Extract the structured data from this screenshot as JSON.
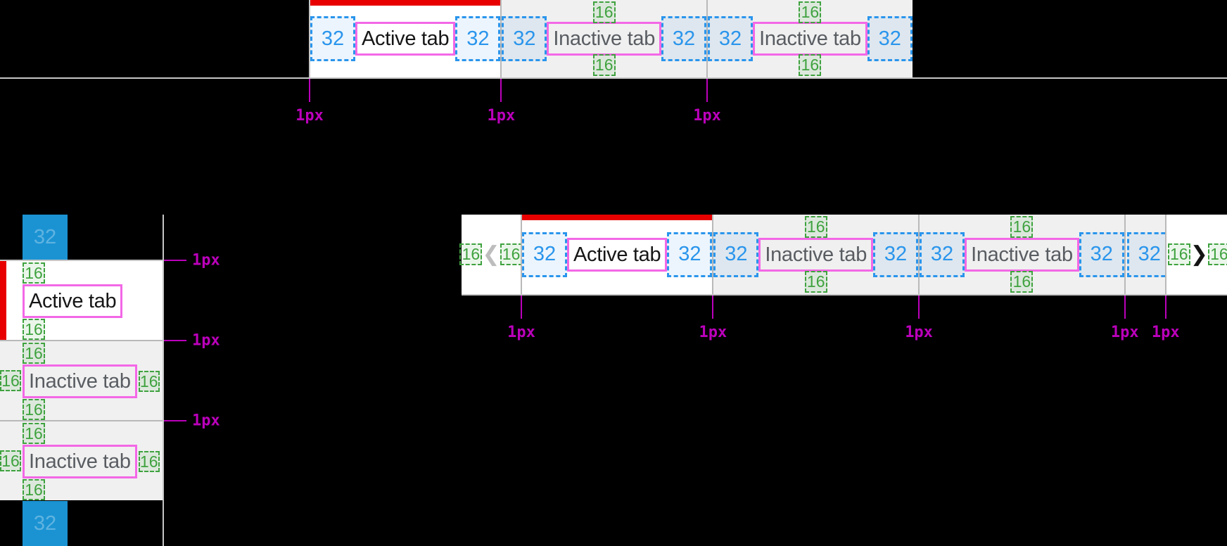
{
  "measurements": {
    "horizontal_padding": "32",
    "vertical_padding": "16",
    "border_width": "1px",
    "scroll_spacer": "32"
  },
  "icons": {
    "chevron_left": "❮",
    "chevron_right": "❯"
  },
  "colors": {
    "background": "#000000",
    "active_tab_bg": "#ffffff",
    "inactive_tab_bg": "#f0f0f0",
    "active_indicator_red": "#e80000",
    "divider_gray": "#b9b9b9",
    "border_line_gray": "#c6c6c6",
    "active_text": "#161616",
    "inactive_text": "#595d62",
    "annotation_blue": "#2a95ec",
    "annotation_green": "#3fa23f",
    "annotation_pink": "#f368e6",
    "annotation_magenta": "#bb00bb",
    "spacer_blue": "#1b93d3",
    "chevron_disabled": "#bdbdbd",
    "chevron_enabled": "#141414"
  },
  "groups": {
    "top_tab_bar": {
      "tabs": [
        {
          "label": "Active tab",
          "state": "active"
        },
        {
          "label": "Inactive tab",
          "state": "inactive"
        },
        {
          "label": "Inactive tab",
          "state": "inactive"
        }
      ]
    },
    "vertical_tab_list": {
      "tabs": [
        {
          "label": "Active tab",
          "state": "active"
        },
        {
          "label": "Inactive tab",
          "state": "inactive"
        },
        {
          "label": "Inactive tab",
          "state": "inactive"
        }
      ]
    },
    "scrollable_tab_bar": {
      "tabs": [
        {
          "label": "Active tab",
          "state": "active"
        },
        {
          "label": "Inactive tab",
          "state": "inactive"
        },
        {
          "label": "Inactive tab",
          "state": "inactive"
        }
      ]
    }
  }
}
